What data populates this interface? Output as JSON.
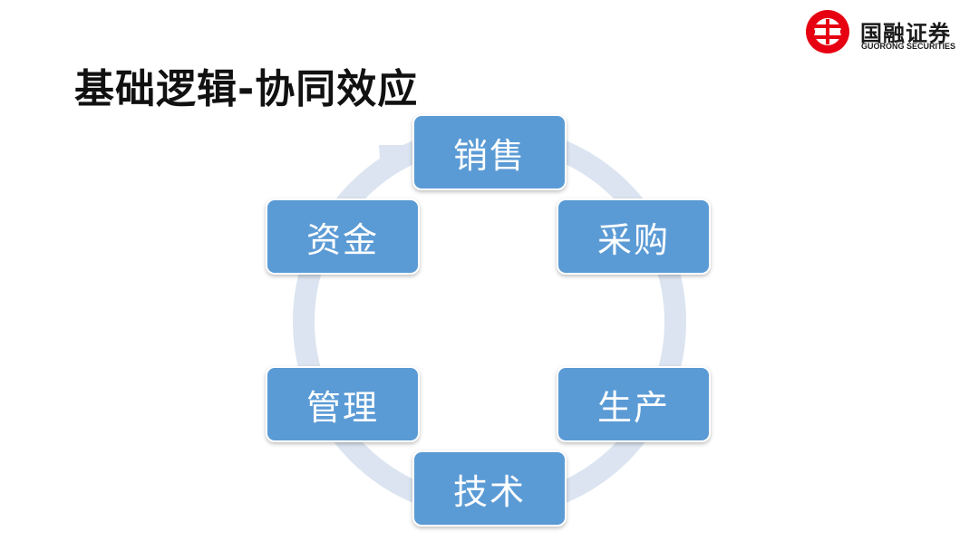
{
  "title": "基础逻辑-协同效应",
  "logo": {
    "name_cn": "国融证券",
    "name_en": "GUORONG SECURITIES",
    "brand_color": "#e60012",
    "mark": "guorong-logo-mark"
  },
  "diagram": {
    "type": "cycle",
    "node_color": "#5b9bd5",
    "ring_color": "#dbe4f0",
    "nodes": [
      {
        "id": "sales",
        "label": "销售"
      },
      {
        "id": "procurement",
        "label": "采购"
      },
      {
        "id": "production",
        "label": "生产"
      },
      {
        "id": "technology",
        "label": "技术"
      },
      {
        "id": "management",
        "label": "管理"
      },
      {
        "id": "capital",
        "label": "资金"
      }
    ]
  }
}
